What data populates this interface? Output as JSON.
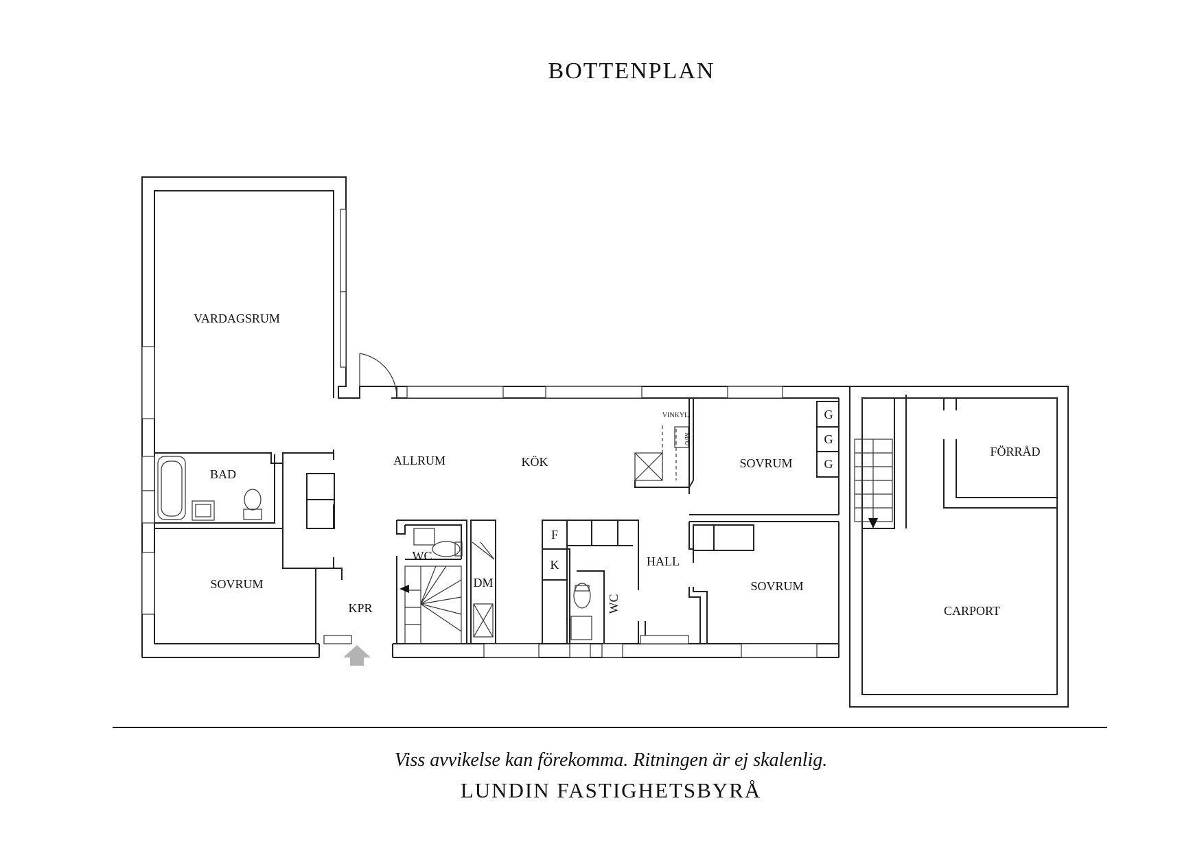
{
  "title": "BOTTENPLAN",
  "rooms": {
    "vardagsrum": "VARDAGSRUM",
    "bad": "BAD",
    "sovrum_left": "SOVRUM",
    "kpr": "KPR",
    "allrum": "ALLRUM",
    "kok": "KÖK",
    "vinkyl": "VINKYL",
    "mu": "M/U",
    "wc_1": "WC",
    "dm": "DM",
    "f": "F",
    "k": "K",
    "wc_2": "WC",
    "hall": "HALL",
    "sovrum_top": "SOVRUM",
    "g1": "G",
    "g2": "G",
    "g3": "G",
    "sovrum_bottom": "SOVRUM",
    "forrad": "FÖRRÅD",
    "carport": "CARPORT"
  },
  "footer": {
    "disclaimer": "Viss avvikelse kan förekomma. Ritningen är ej skalenlig.",
    "company": "LUNDIN FASTIGHETSBYRÅ"
  },
  "colors": {
    "ink": "#111111",
    "wall": "#222222",
    "entry_arrow": "#b3b3b3"
  },
  "icons": [
    "door-swing-icon",
    "bathtub-icon",
    "toilet-icon",
    "sink-icon",
    "shower-icon",
    "stairs-icon",
    "entry-arrow-icon"
  ]
}
